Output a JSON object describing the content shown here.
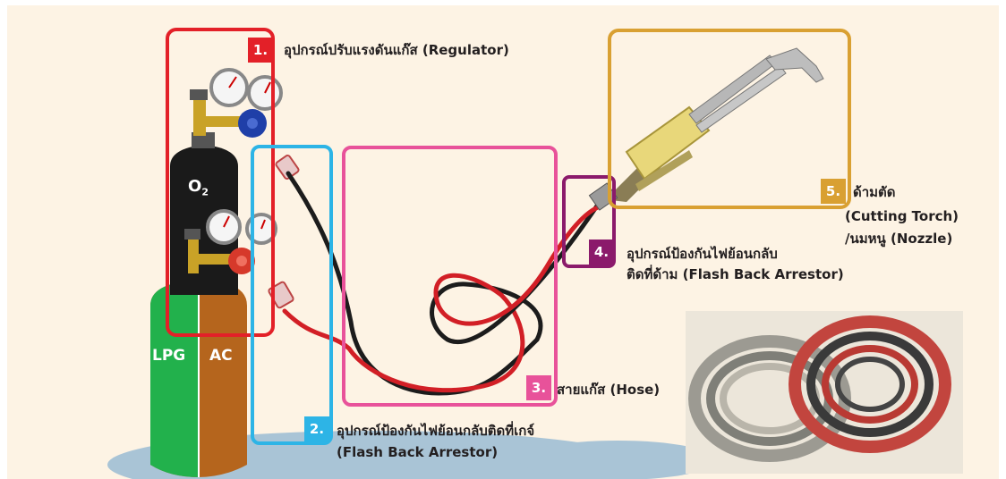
{
  "cylinders": {
    "oxygen": "O",
    "oxygen_sub": "2",
    "lpg": "LPG",
    "acetylene": "AC"
  },
  "parts": [
    {
      "number": "1.",
      "label": "อุปกรณ์ปรับแรงดันแก๊ส (Regulator)",
      "color": "#e32028"
    },
    {
      "number": "2.",
      "label_line1": "อุปกรณ์ป้องกันไฟย้อนกลับติดที่เกจ์",
      "label_line2": "(Flash Back Arrestor)",
      "color": "#2db4e6"
    },
    {
      "number": "3.",
      "label": "สายแก๊ส (Hose)",
      "color": "#e8529a"
    },
    {
      "number": "4.",
      "label_line1": "อุปกรณ์ป้องกันไฟย้อนกลับ",
      "label_line2": "ติดที่ด้าม (Flash Back Arrestor)",
      "color": "#8b1a6b"
    },
    {
      "number": "5.",
      "label_line1": "ด้ามตัด",
      "label_line2": "(Cutting Torch)",
      "label_line3": "/นมหนู (Nozzle)",
      "color": "#d9a032"
    }
  ],
  "colors": {
    "background": "#fdf3e4",
    "ground": "#a9c4d6",
    "lpg_green": "#22b14c",
    "ac_brown": "#b5651d",
    "oxygen_black": "#1a1a1a",
    "hose_red": "#d21f26",
    "hose_black": "#1c1c1c"
  }
}
